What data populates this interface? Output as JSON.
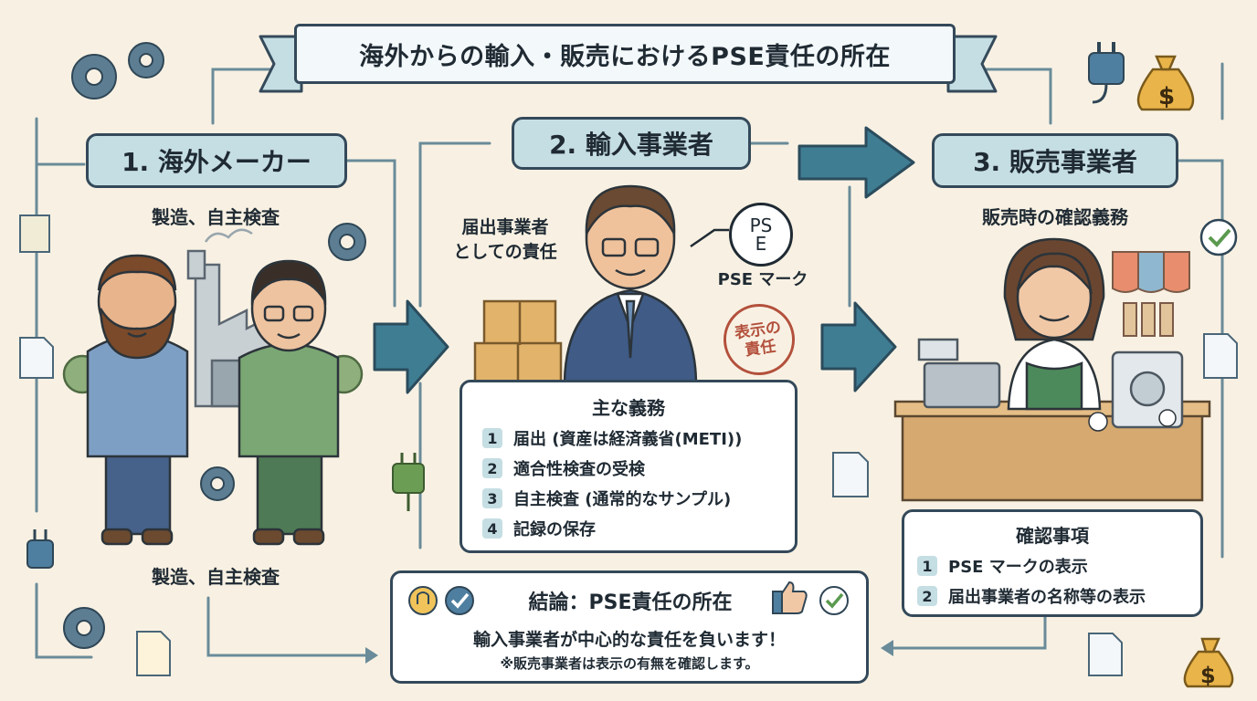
{
  "title": "海外からの輸入・販売におけるPSE責任の所在",
  "maker": {
    "label": "1. 海外メーカー",
    "caption_top": "製造、自主検査",
    "caption_bottom": "製造、自主検査"
  },
  "importer": {
    "label": "2. 輸入事業者",
    "note_line1": "届出事業者",
    "note_line2": "としての責任",
    "pse_mark_caption": "PSE マーク",
    "pse_symbol_top": "PS",
    "pse_symbol_bottom": "E",
    "stamp_line1": "表示の",
    "stamp_line2": "責任",
    "duties": {
      "title": "主な義務",
      "items": [
        {
          "num": "1",
          "text": "届出 (資産は経済義省(METI))"
        },
        {
          "num": "2",
          "text": "適合性検査の受検"
        },
        {
          "num": "3",
          "text": "自主検査 (通常的なサンプル)"
        },
        {
          "num": "4",
          "text": "記録の保存"
        }
      ]
    }
  },
  "seller": {
    "label": "3. 販売事業者",
    "caption": "販売時の確認義務",
    "checks": {
      "title": "確認事項",
      "items": [
        {
          "num": "1",
          "text": "PSE マークの表示"
        },
        {
          "num": "2",
          "text": "届出事業者の名称等の表示"
        }
      ]
    }
  },
  "conclusion": {
    "title": "結論：PSE責任の所在",
    "main": "輸入事業者が中心的な責任を負います！",
    "note": "※販売事業者は表示の有無を確認します。"
  },
  "colors": {
    "background": "#f8f1e3",
    "label_fill": "#c5dee3",
    "arrow": "#3f7d93",
    "outline": "#34495a",
    "stamp": "#b3503c"
  },
  "icons": [
    "gear-icon",
    "plug-icon",
    "money-bag-icon",
    "document-icon",
    "check-icon",
    "thumbs-up-icon",
    "warning-icon",
    "awning-icon"
  ]
}
